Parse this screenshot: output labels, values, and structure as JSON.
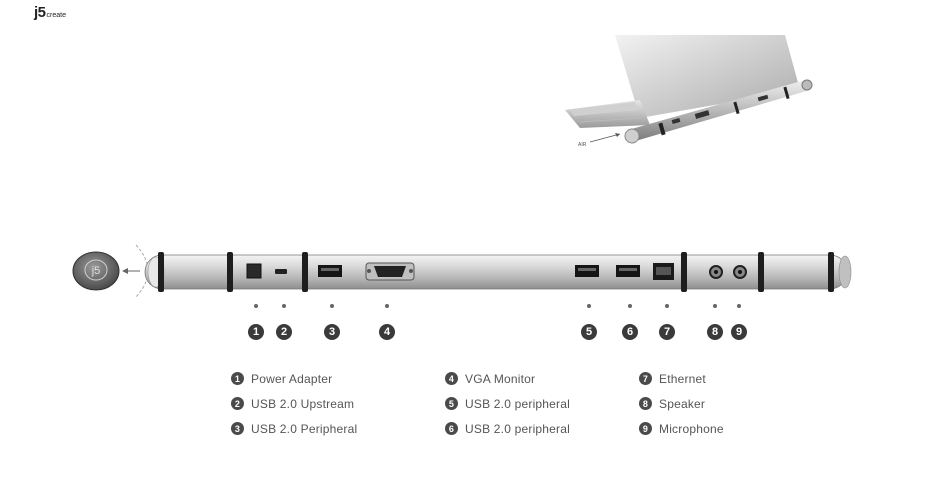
{
  "brand": {
    "main": "j5",
    "sub": "create"
  },
  "photo": {
    "arrow_label": "AIR"
  },
  "device": {
    "cap_logo": "j5"
  },
  "markers": [
    "1",
    "2",
    "3",
    "4",
    "5",
    "6",
    "7",
    "8",
    "9"
  ],
  "legend": {
    "columns": [
      [
        {
          "num": "1",
          "label": "Power Adapter"
        },
        {
          "num": "2",
          "label": "USB 2.0 Upstream"
        },
        {
          "num": "3",
          "label": "USB 2.0 Peripheral"
        }
      ],
      [
        {
          "num": "4",
          "label": "VGA Monitor"
        },
        {
          "num": "5",
          "label": "USB 2.0 peripheral"
        },
        {
          "num": "6",
          "label": "USB 2.0 peripheral"
        }
      ],
      [
        {
          "num": "7",
          "label": "Ethernet"
        },
        {
          "num": "8",
          "label": "Speaker"
        },
        {
          "num": "9",
          "label": "Microphone"
        }
      ]
    ]
  },
  "colors": {
    "body": "#c9c9c9",
    "band": "#1e1e1e",
    "badge": "#3a3a3a"
  }
}
